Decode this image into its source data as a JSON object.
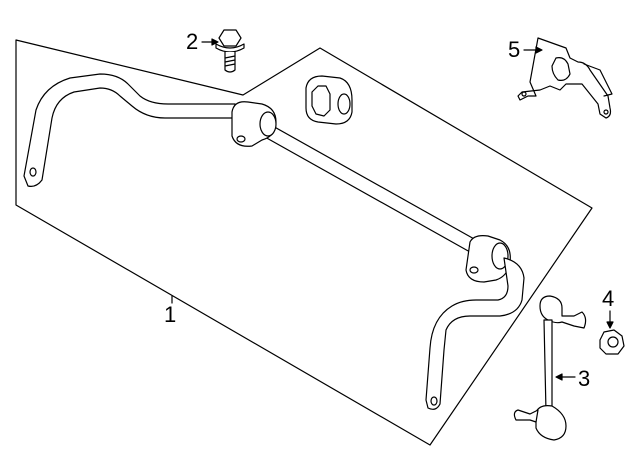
{
  "diagram": {
    "callouts": [
      {
        "id": "1",
        "label": "1"
      },
      {
        "id": "2",
        "label": "2"
      },
      {
        "id": "3",
        "label": "3"
      },
      {
        "id": "4",
        "label": "4"
      },
      {
        "id": "5",
        "label": "5"
      }
    ],
    "colors": {
      "line": "#000000",
      "fill": "#ffffff",
      "background": "#ffffff"
    }
  }
}
